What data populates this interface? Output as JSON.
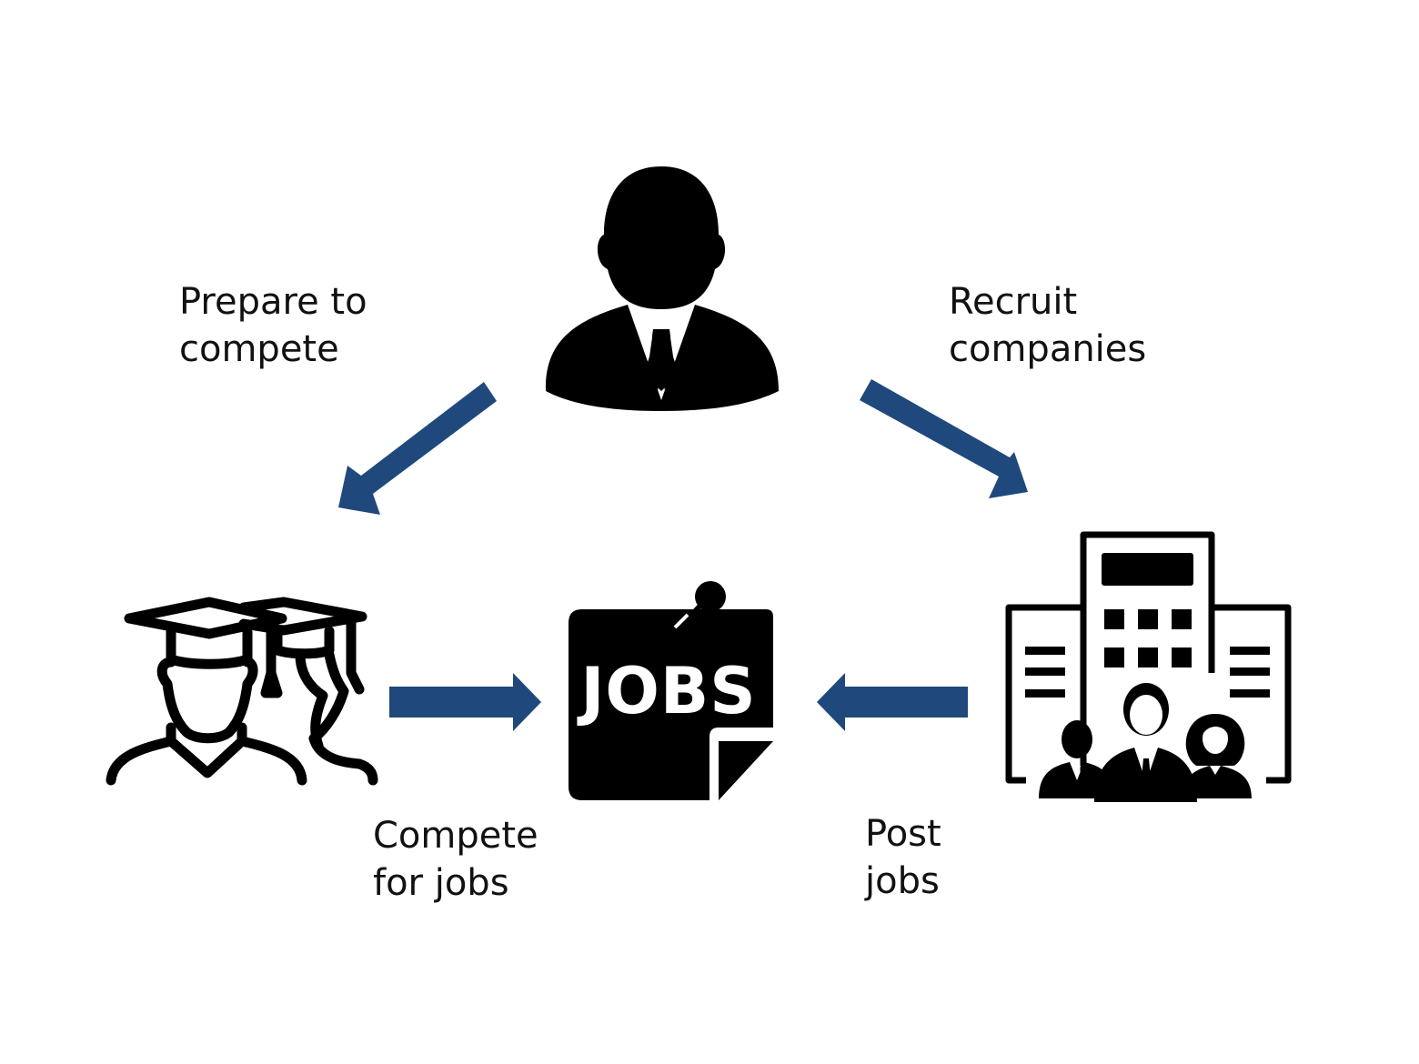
{
  "diagram": {
    "colors": {
      "arrow": "#1f497d",
      "icon": "#000000",
      "background": "#ffffff"
    },
    "nodes": {
      "top": {
        "icon": "businessman-icon"
      },
      "left": {
        "icon": "graduates-icon"
      },
      "center": {
        "icon": "jobs-board-icon",
        "text": "JOBS"
      },
      "right": {
        "icon": "company-building-icon"
      }
    },
    "labels": {
      "prepare": [
        "Prepare to",
        "compete"
      ],
      "recruit": [
        "Recruit",
        "companies"
      ],
      "compete": [
        "Compete",
        "for jobs"
      ],
      "post": [
        "Post",
        "jobs"
      ]
    }
  }
}
